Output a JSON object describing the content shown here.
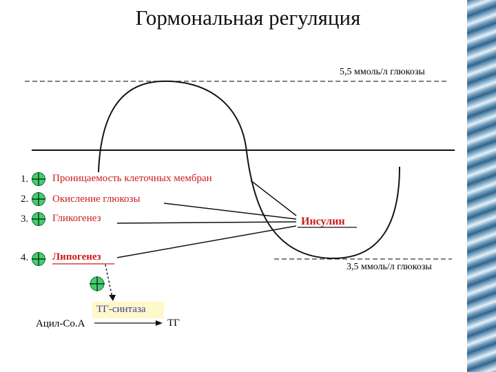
{
  "title": "Гормональная регуляция",
  "upper_level": "5,5 ммоль/л глюкозы",
  "lower_level": "3,5 ммоль/л глюкозы",
  "hormone": "Инсулин",
  "items": [
    {
      "num": "1.",
      "label": "Проницаемость клеточных мембран"
    },
    {
      "num": "2.",
      "label": "Окисление глюкозы"
    },
    {
      "num": "3.",
      "label": "Гликогенез"
    },
    {
      "num": "4.",
      "label": "Липогенез"
    }
  ],
  "reaction": {
    "enzyme": "ТГ-синтаза",
    "substrate": "Ацил-Co.A",
    "product": "ТГ"
  },
  "colors": {
    "text_red": "#cc1b1b",
    "plus_green": "#3fcf6c",
    "enzyme_bg": "#fff8c8",
    "enzyme_text": "#3a3aa8"
  }
}
